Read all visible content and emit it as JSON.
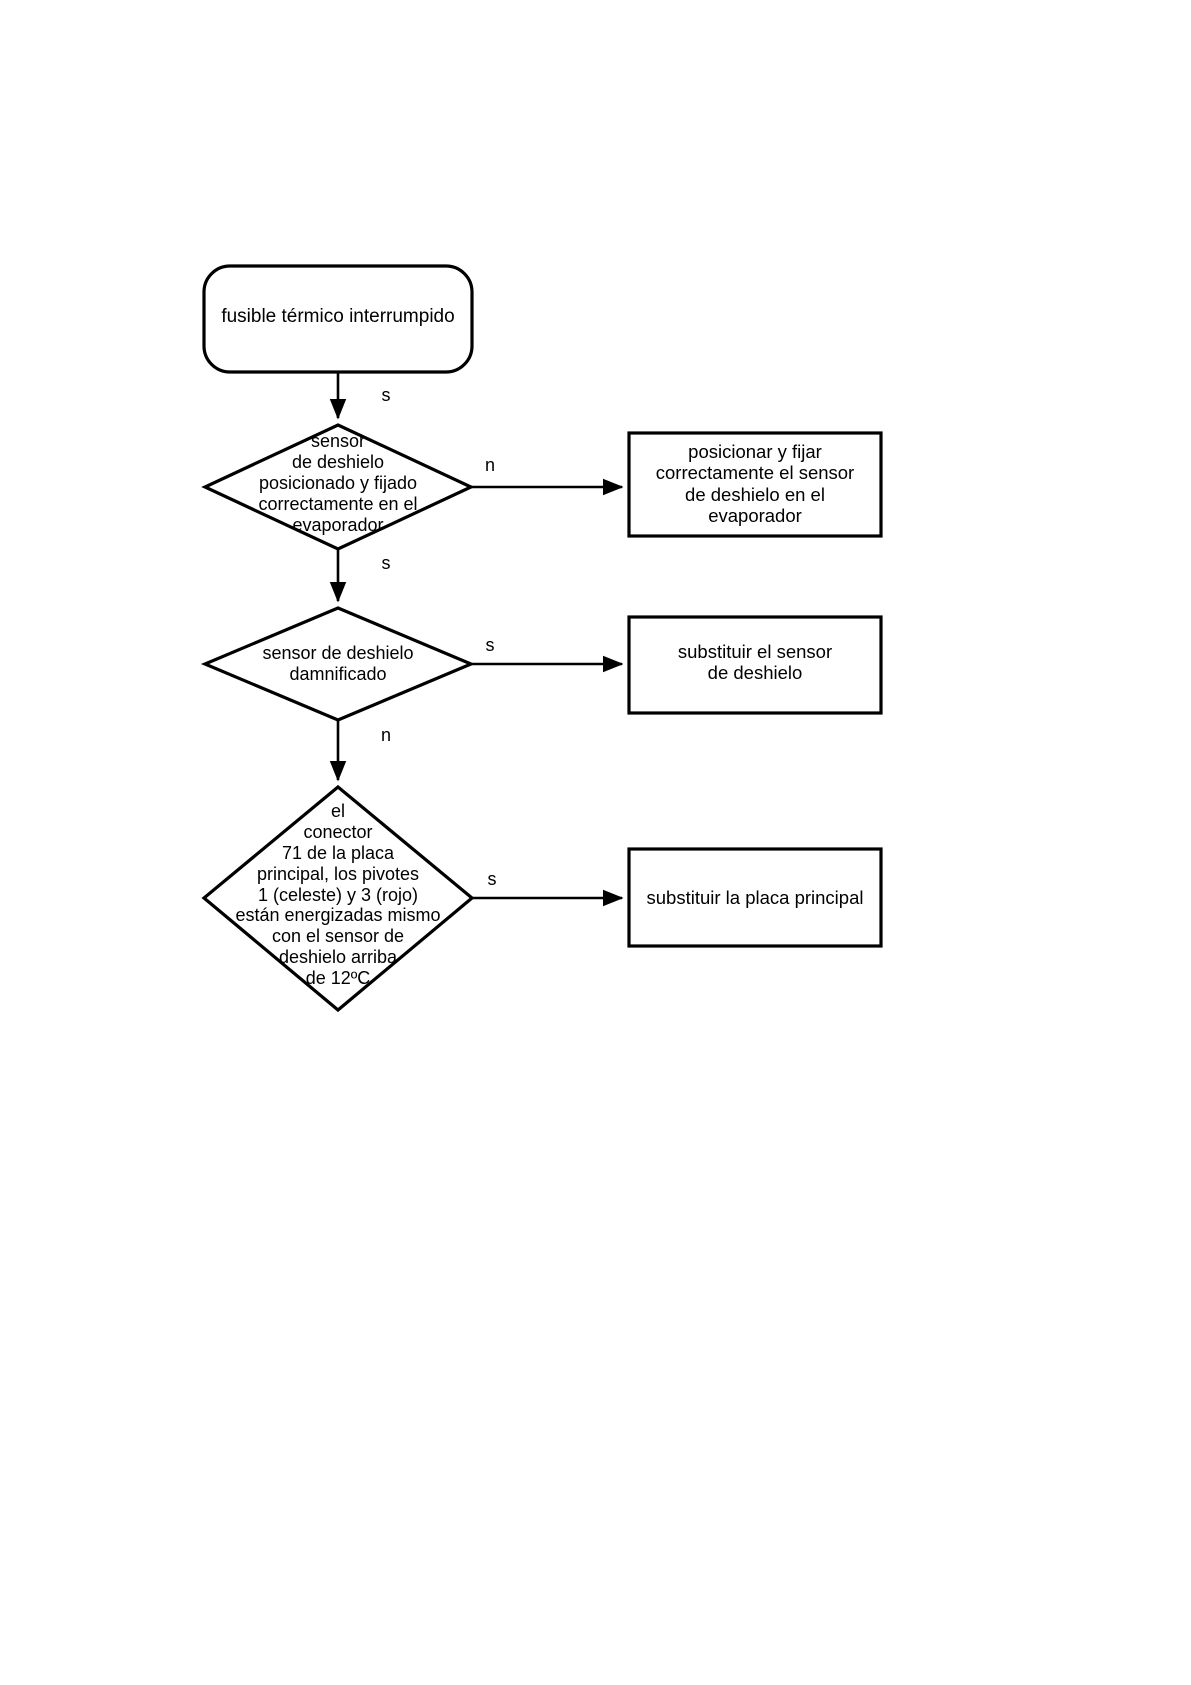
{
  "diagram": {
    "type": "flowchart",
    "language": "es",
    "title": "fusible térmico interrumpido",
    "stroke_color": "#000000",
    "background_color": "#ffffff",
    "nodes": [
      {
        "id": "start",
        "shape": "rounded-rectangle",
        "label": "fusible térmico interrumpido"
      },
      {
        "id": "decision-1",
        "shape": "diamond",
        "label": "sensor\nde deshielo\nposicionado y fijado\ncorrectamente en el\nevaporador"
      },
      {
        "id": "action-1",
        "shape": "rectangle",
        "label": "posicionar y fijar\ncorrectamente el sensor\nde deshielo en el\nevaporador"
      },
      {
        "id": "decision-2",
        "shape": "diamond",
        "label": "sensor de deshielo\ndamnificado"
      },
      {
        "id": "action-2",
        "shape": "rectangle",
        "label": "substituir el sensor\nde deshielo"
      },
      {
        "id": "decision-3",
        "shape": "diamond",
        "label": "el\nconector\n71 de la placa\nprincipal, los pivotes\n1 (celeste)  y 3 (rojo)\nestán energizadas mismo\ncon el sensor de\ndeshielo arriba\nde 12ºC"
      },
      {
        "id": "action-3",
        "shape": "rectangle",
        "label": "substituir la placa principal"
      }
    ],
    "edges": [
      {
        "id": "edge-start-d1",
        "from": "start",
        "to": "decision-1",
        "label": "s"
      },
      {
        "id": "edge-d1-a1",
        "from": "decision-1",
        "to": "action-1",
        "label": "n"
      },
      {
        "id": "edge-d1-d2",
        "from": "decision-1",
        "to": "decision-2",
        "label": "s"
      },
      {
        "id": "edge-d2-a2",
        "from": "decision-2",
        "to": "action-2",
        "label": "s"
      },
      {
        "id": "edge-d2-d3",
        "from": "decision-2",
        "to": "decision-3",
        "label": "n"
      },
      {
        "id": "edge-d3-a3",
        "from": "decision-3",
        "to": "action-3",
        "label": "s"
      }
    ]
  }
}
